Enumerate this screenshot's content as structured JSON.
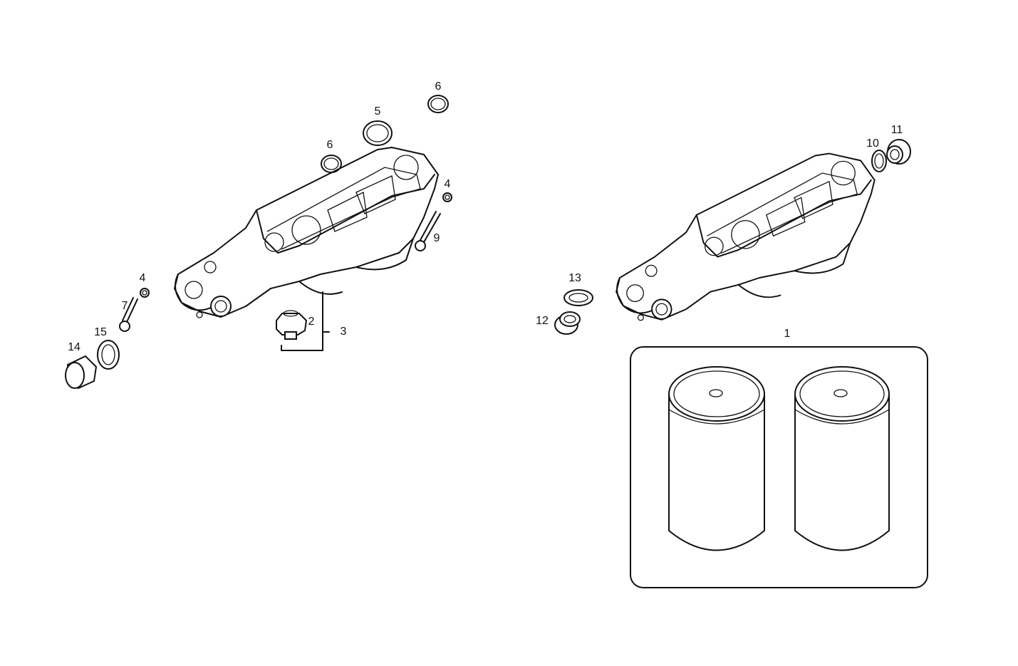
{
  "diagram": {
    "type": "exploded parts view",
    "line_color": "#111111",
    "background": "#ffffff",
    "callouts": [
      {
        "id": "c1",
        "label": "1"
      },
      {
        "id": "c2",
        "label": "2"
      },
      {
        "id": "c3",
        "label": "3"
      },
      {
        "id": "c4a",
        "label": "4"
      },
      {
        "id": "c4b",
        "label": "4"
      },
      {
        "id": "c5",
        "label": "5"
      },
      {
        "id": "c6a",
        "label": "6"
      },
      {
        "id": "c6b",
        "label": "6"
      },
      {
        "id": "c7",
        "label": "7"
      },
      {
        "id": "c9",
        "label": "9"
      },
      {
        "id": "c10",
        "label": "10"
      },
      {
        "id": "c11",
        "label": "11"
      },
      {
        "id": "c12",
        "label": "12"
      },
      {
        "id": "c13",
        "label": "13"
      },
      {
        "id": "c14",
        "label": "14"
      },
      {
        "id": "c15",
        "label": "15"
      }
    ]
  }
}
